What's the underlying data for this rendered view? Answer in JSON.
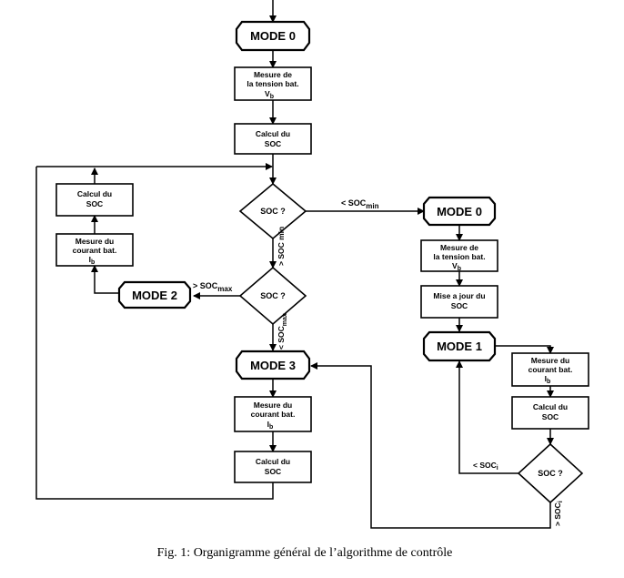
{
  "boxes": {
    "mode0_top": "MODE 0",
    "mesure_tension_1": [
      "Mesure de",
      "la tension bat."
    ],
    "calcul_soc_1": [
      "Calcul du",
      "SOC"
    ],
    "calcul_soc_left": [
      "Calcul du",
      "SOC"
    ],
    "mesure_courant_left": [
      "Mesure du",
      "courant bat."
    ],
    "mode2": "MODE 2",
    "mode3": "MODE 3",
    "mesure_courant_center": [
      "Mesure du",
      "courant bat."
    ],
    "calcul_soc_center": [
      "Calcul du",
      "SOC"
    ],
    "mode0_right": "MODE 0",
    "mesure_tension_right": [
      "Mesure de",
      "la tension bat."
    ],
    "mise_a_jour": [
      "Mise a jour du",
      "SOC"
    ],
    "mode1": "MODE 1",
    "mesure_courant_right": [
      "Mesure du",
      "courant bat."
    ],
    "calcul_soc_right": [
      "Calcul du",
      "SOC"
    ]
  },
  "decisions": {
    "d1": "SOC ?",
    "d2": "SOC ?",
    "d3": "SOC ?"
  },
  "symbols": {
    "vb": "V",
    "vb_sub": "b",
    "ib": "I",
    "ib_sub": "b"
  },
  "edge_labels": {
    "lt_socmin": "< SOC",
    "lt_socmin_sub": "min",
    "gt_socmin": "> SOC min",
    "gt_socmax": "> SOC",
    "gt_socmax_sub": "max",
    "lt_socmax": "< SOC",
    "lt_socmax_sub": "max",
    "lt_soci": "< SOC",
    "lt_soci_sub": "i",
    "gt_soci": "> SOC",
    "gt_soci_sub": "i"
  },
  "caption": "Fig. 1: Organigramme général de l’algorithme de contrôle"
}
